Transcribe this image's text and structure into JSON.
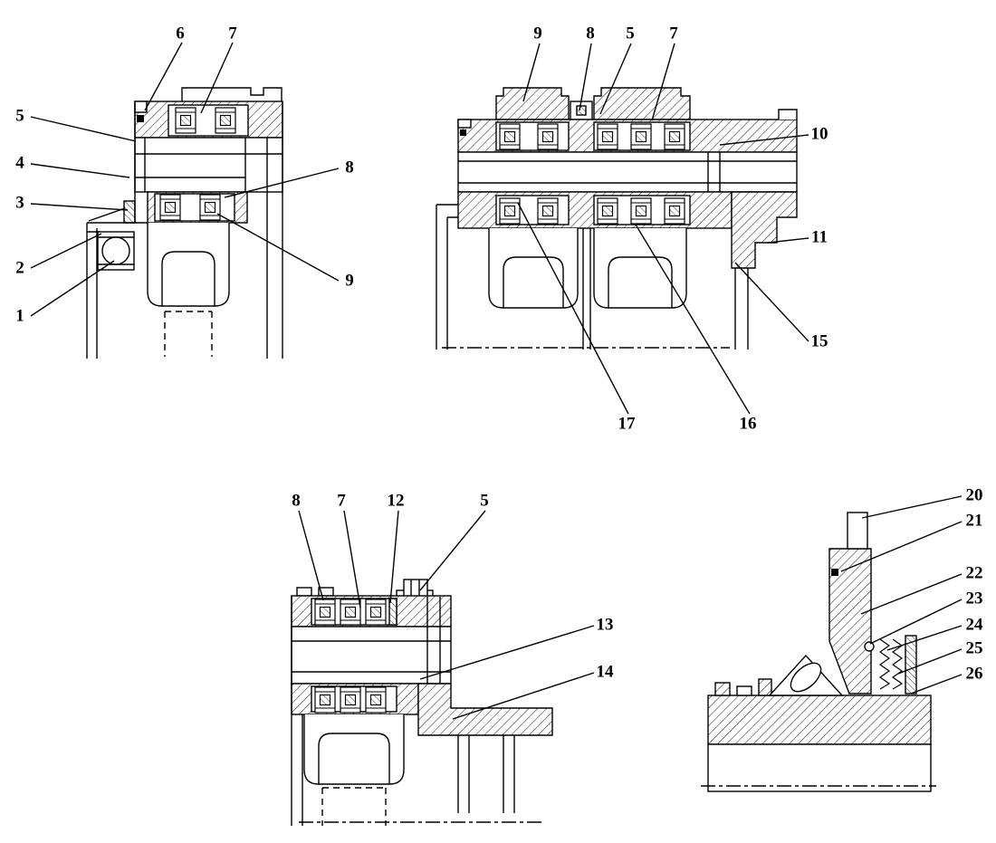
{
  "figure": {
    "background": "#ffffff",
    "line_color": "#000000",
    "views": [
      {
        "name": "upper-left-gear-assembly",
        "callouts": [
          "6",
          "7",
          "5",
          "4",
          "3",
          "2",
          "1",
          "8",
          "9"
        ]
      },
      {
        "name": "upper-right-twin-bearing-assembly",
        "callouts": [
          "9",
          "8",
          "5",
          "7",
          "10",
          "11",
          "15",
          "17",
          "16"
        ]
      },
      {
        "name": "lower-middle-gear-assembly",
        "callouts": [
          "8",
          "7",
          "12",
          "5",
          "13",
          "14"
        ]
      },
      {
        "name": "lower-right-clutch-detail",
        "callouts": [
          "20",
          "21",
          "22",
          "23",
          "24",
          "25",
          "26"
        ]
      }
    ]
  }
}
